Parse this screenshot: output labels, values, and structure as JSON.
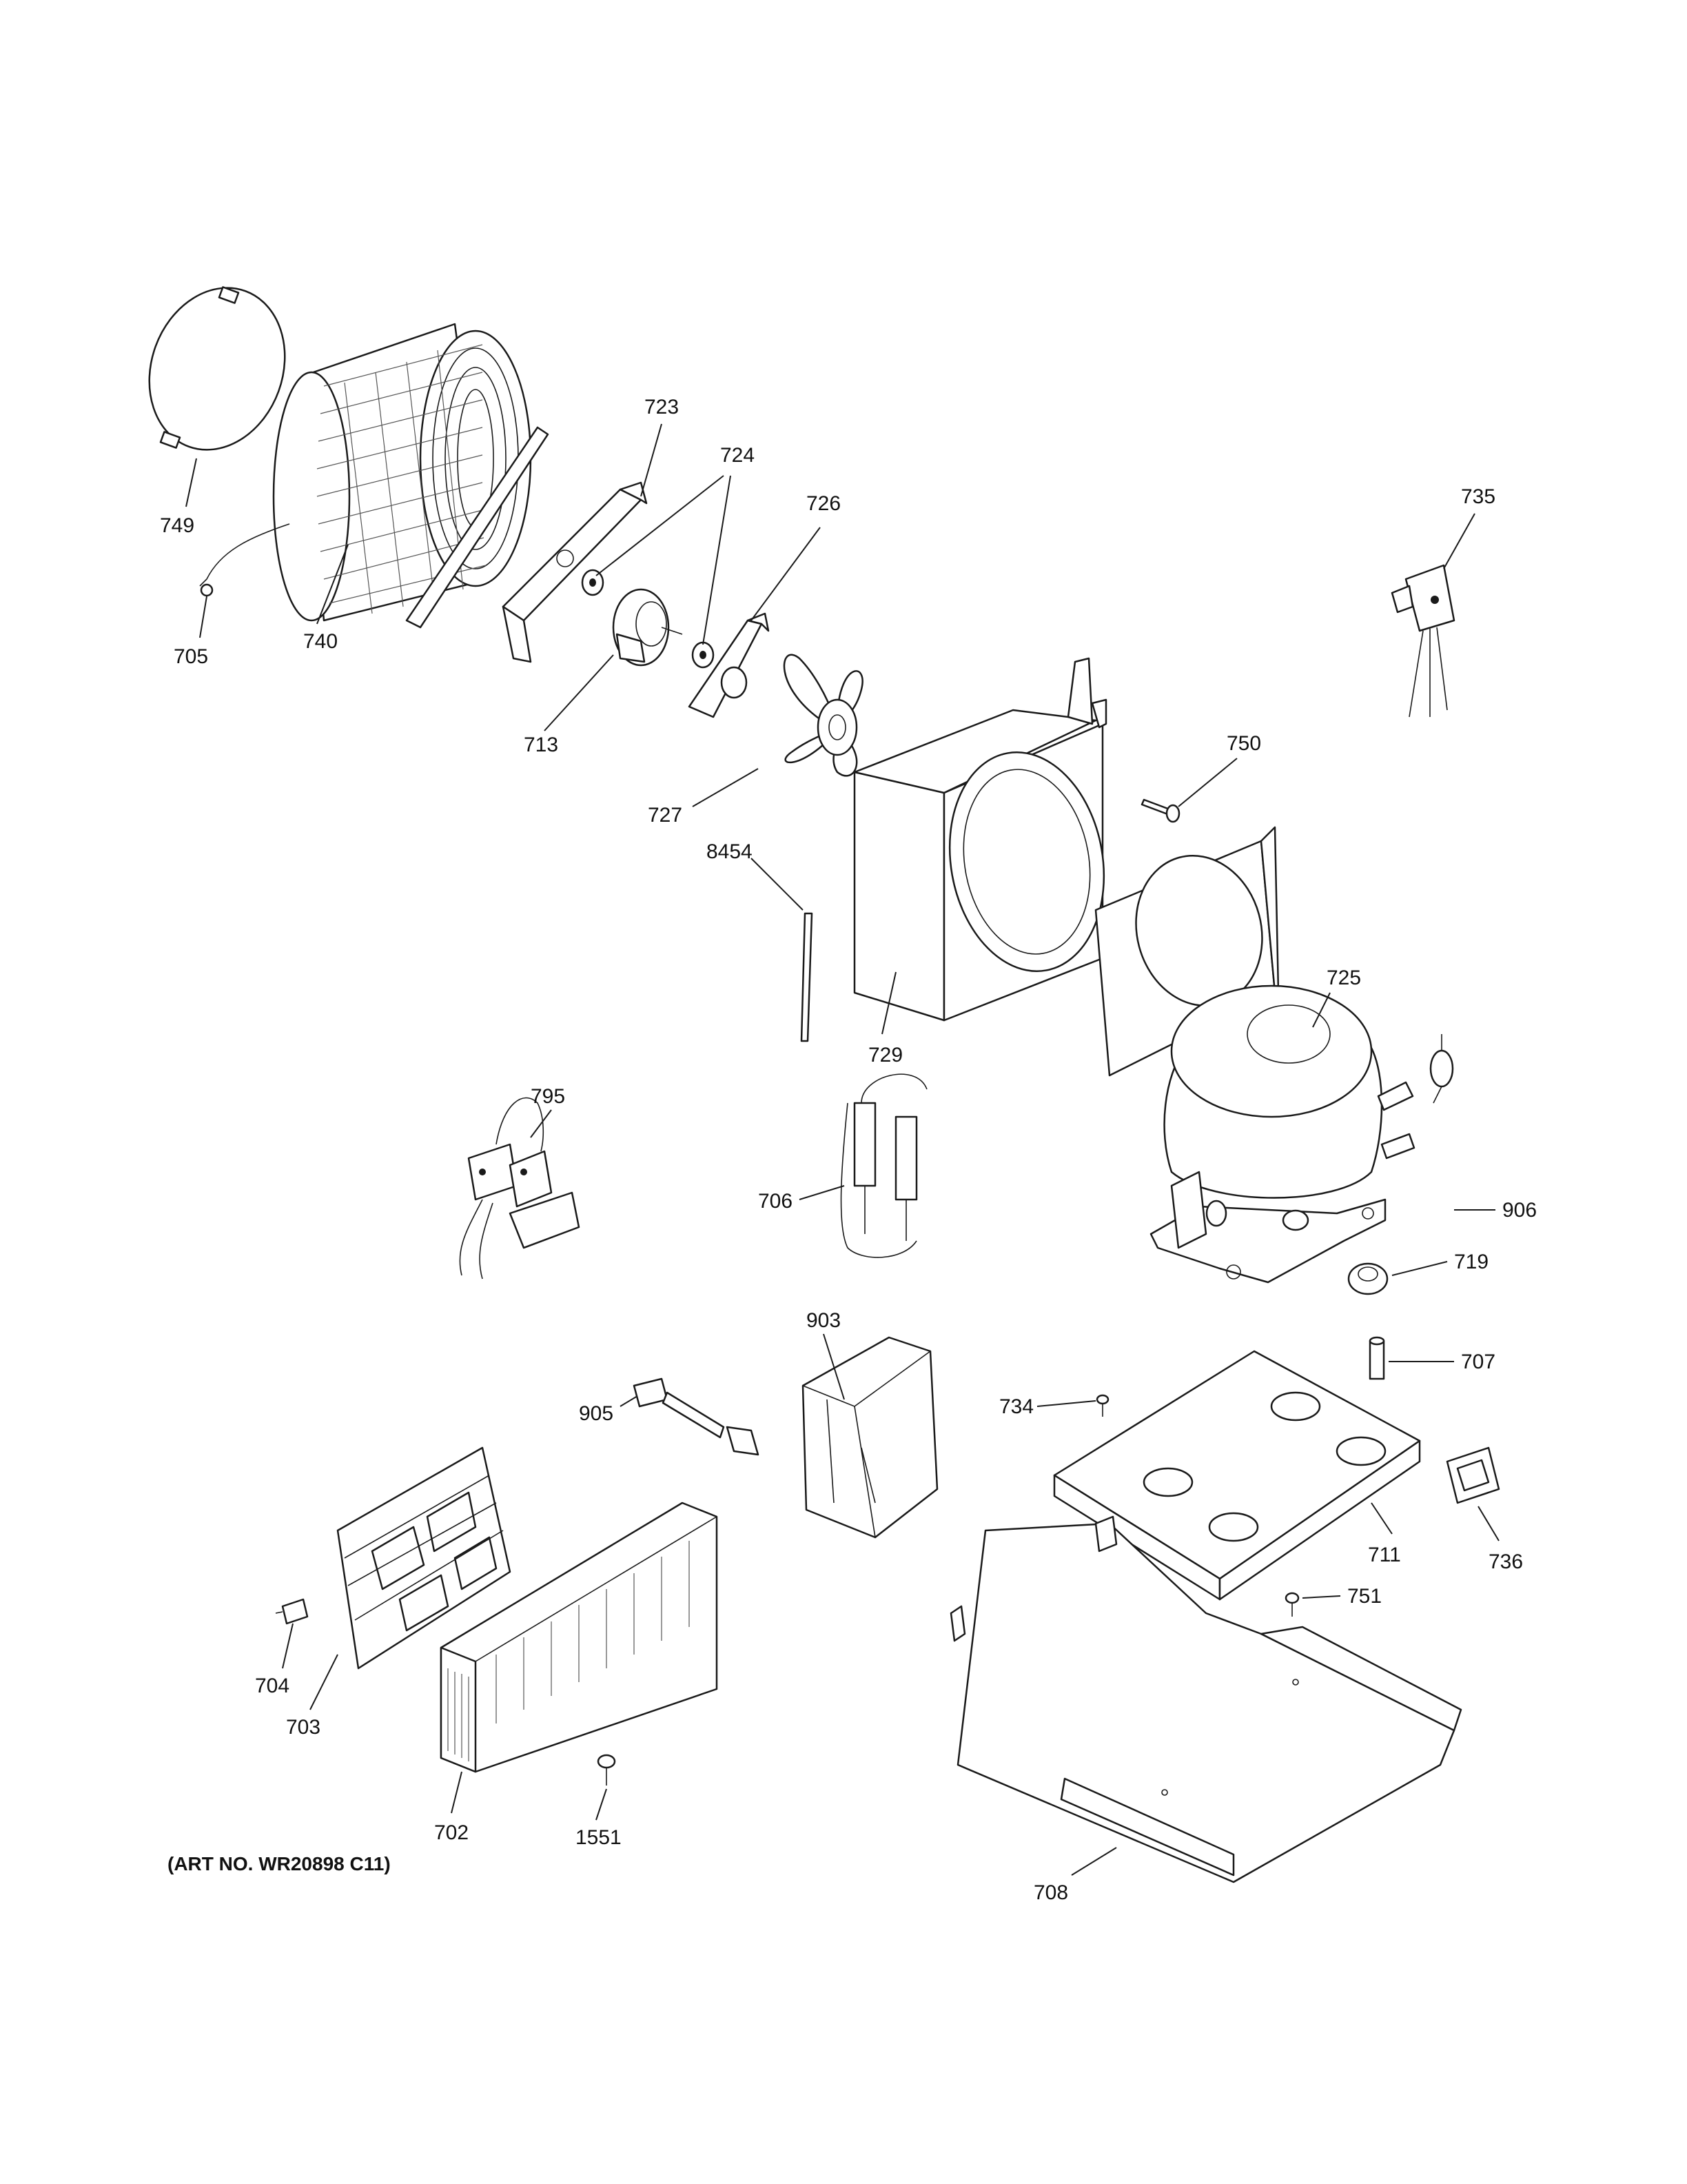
{
  "diagram": {
    "art_number": "(ART NO. WR20898 C11)",
    "callouts": {
      "c749": "749",
      "c740": "740",
      "c705": "705",
      "c723": "723",
      "c724": "724",
      "c726": "726",
      "c713": "713",
      "c727": "727",
      "c735": "735",
      "c750": "750",
      "c8454": "8454",
      "c729": "729",
      "c725": "725",
      "c795": "795",
      "c906": "906",
      "c706": "706",
      "c719": "719",
      "c903": "903",
      "c707": "707",
      "c905": "905",
      "c734": "734",
      "c711": "711",
      "c736": "736",
      "c751": "751",
      "c704": "704",
      "c703": "703",
      "c702": "702",
      "c1551": "1551",
      "c708": "708"
    }
  }
}
